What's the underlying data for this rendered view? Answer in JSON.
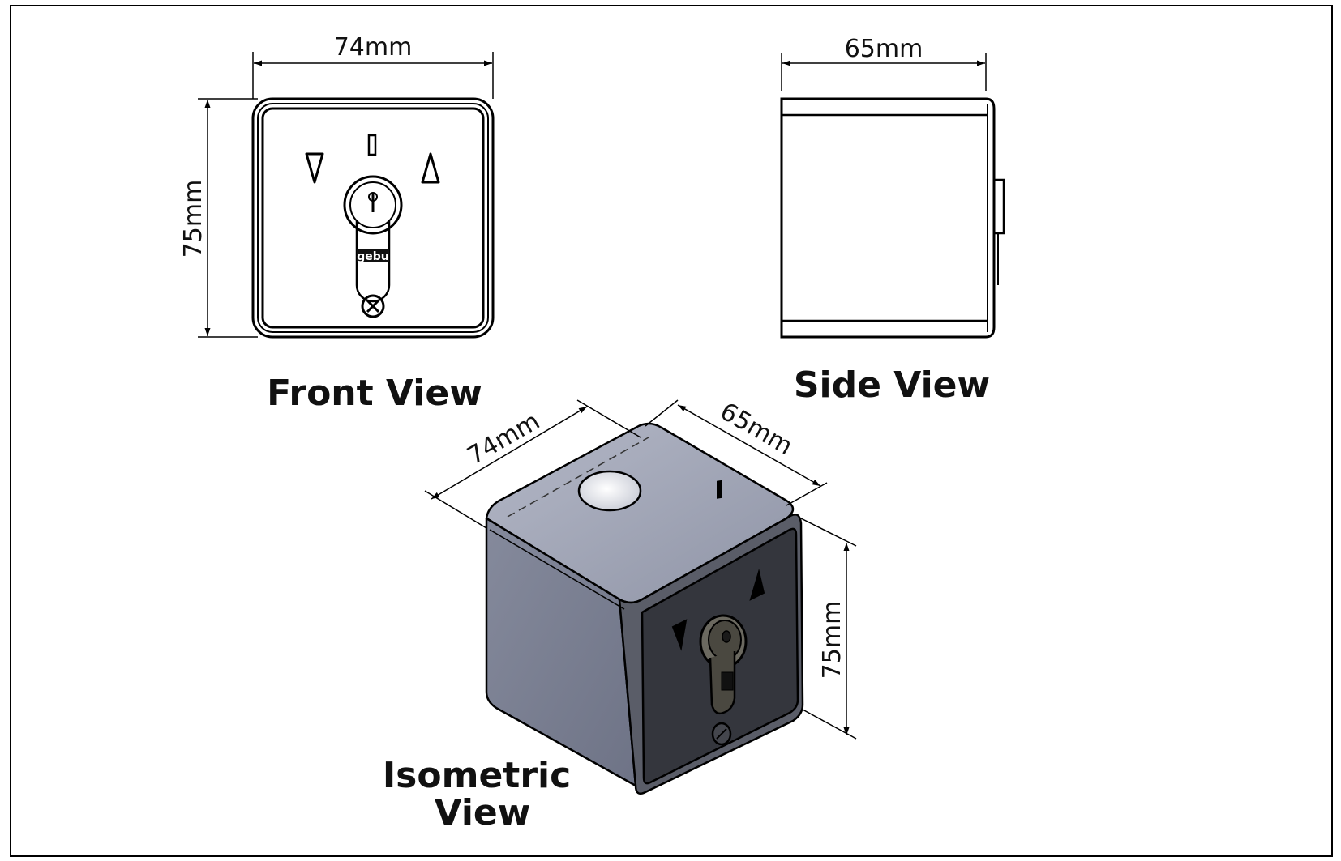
{
  "views": {
    "front": {
      "title": "Front View",
      "width_label": "74mm",
      "height_label": "75mm",
      "brand_mark": "gebu"
    },
    "side": {
      "title": "Side View",
      "depth_label": "65mm"
    },
    "isometric": {
      "title_line1": "Isometric",
      "title_line2": "View",
      "width_label": "74mm",
      "depth_label": "65mm",
      "height_label": "75mm"
    }
  },
  "colors": {
    "line": "#000000",
    "housing_top": "#9a9fb0",
    "housing_side": "#7c8194",
    "faceplate": "#34363d",
    "key_cylinder": "#5a5850"
  }
}
